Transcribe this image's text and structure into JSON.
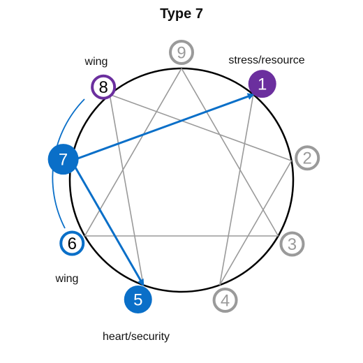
{
  "title": "Type 7",
  "colors": {
    "gray": "#9a9a9a",
    "blue": "#0a6fc8",
    "purple": "#6b2f9e",
    "black": "#000000",
    "white": "#ffffff"
  },
  "nodes": [
    {
      "number": "9",
      "role": "inactive"
    },
    {
      "number": "1",
      "role": "stress"
    },
    {
      "number": "2",
      "role": "inactive"
    },
    {
      "number": "3",
      "role": "inactive"
    },
    {
      "number": "4",
      "role": "inactive"
    },
    {
      "number": "5",
      "role": "heart"
    },
    {
      "number": "6",
      "role": "wing"
    },
    {
      "number": "7",
      "role": "core"
    },
    {
      "number": "8",
      "role": "wing-purple"
    }
  ],
  "labels": {
    "wing_top": "wing",
    "wing_bottom": "wing",
    "stress": "stress/resource",
    "heart": "heart/security"
  },
  "inner_lines": [
    [
      "9",
      "3"
    ],
    [
      "3",
      "6"
    ],
    [
      "6",
      "9"
    ],
    [
      "1",
      "4"
    ],
    [
      "4",
      "2"
    ],
    [
      "2",
      "8"
    ],
    [
      "8",
      "5"
    ],
    [
      "5",
      "7"
    ],
    [
      "7",
      "1"
    ]
  ],
  "arrows": [
    {
      "from": "7",
      "to": "1"
    },
    {
      "from": "7",
      "to": "5"
    }
  ]
}
